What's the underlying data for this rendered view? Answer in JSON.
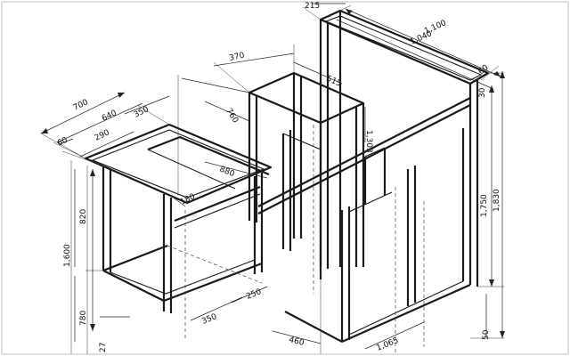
{
  "dimensions": {
    "d_215": "215",
    "d_1100": "1,100",
    "d_1040": "1,040",
    "d_370": "370",
    "d_515": "515",
    "d_700": "700",
    "d_640": "640",
    "d_350_top": "350",
    "d_290": "290",
    "d_60": "60",
    "d_760": "760",
    "d_1303": "1,303",
    "d_880": "880",
    "d_820": "820",
    "d_180": "180",
    "d_1600": "1,600",
    "d_780": "780",
    "d_27": "27",
    "d_250": "250",
    "d_350_bot": "350",
    "d_460": "460",
    "d_1065": "1,065",
    "d_30_top": "30",
    "d_60_top": "60",
    "d_1750": "1,750",
    "d_1830": "1,830",
    "d_50": "50"
  }
}
